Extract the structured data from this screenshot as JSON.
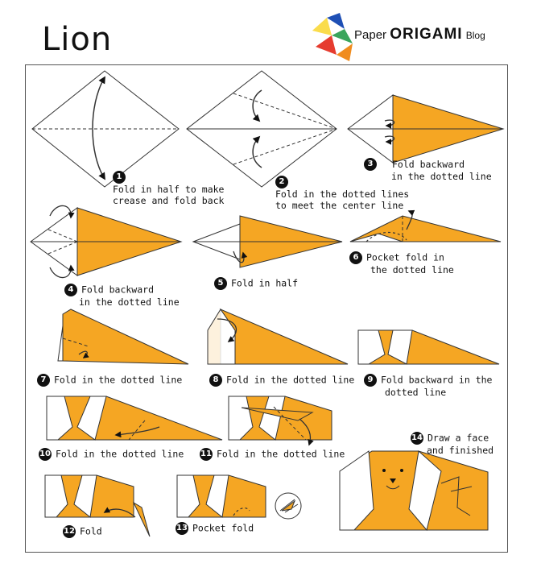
{
  "title": "Lion",
  "logo": {
    "paper": "Paper",
    "origami": "ORIGAMI",
    "blog": "Blog"
  },
  "colors": {
    "fold": "#f5a623",
    "white": "#ffffff",
    "line": "#333333"
  },
  "steps": [
    {
      "n": "1",
      "text1": "Fold in half to make",
      "text2": "crease and fold back"
    },
    {
      "n": "2",
      "text1": "Fold in the dotted lines",
      "text2": "to meet the center line"
    },
    {
      "n": "3",
      "text1": "Fold backward",
      "text2": "in the dotted line"
    },
    {
      "n": "4",
      "text1": "Fold backward",
      "text2": "in the dotted line"
    },
    {
      "n": "5",
      "text1": "Fold in half"
    },
    {
      "n": "6",
      "text1": "Pocket fold in",
      "text2": "the dotted line"
    },
    {
      "n": "7",
      "text1": "Fold in the dotted line"
    },
    {
      "n": "8",
      "text1": "Fold in the dotted line"
    },
    {
      "n": "9",
      "text1": "Fold backward in the",
      "text2": "dotted line"
    },
    {
      "n": "10",
      "text1": "Fold in the dotted line"
    },
    {
      "n": "11",
      "text1": "Fold in the dotted line"
    },
    {
      "n": "12",
      "text1": "Fold"
    },
    {
      "n": "13",
      "text1": "Pocket fold"
    },
    {
      "n": "14",
      "text1": "Draw a face",
      "text2": "and finished"
    }
  ]
}
